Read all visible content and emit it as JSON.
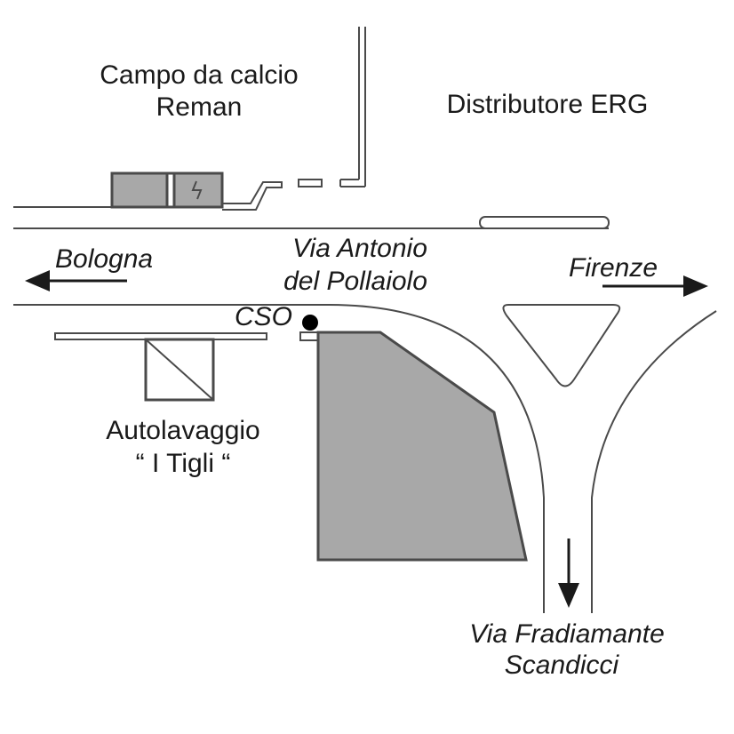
{
  "labels": {
    "campo_line1": "Campo da calcio",
    "campo_line2": "Reman",
    "distributore": "Distributore ERG",
    "bologna": "Bologna",
    "via_antonio_line1": "Via Antonio",
    "via_antonio_line2": "del Pollaiolo",
    "firenze": "Firenze",
    "cso": "CSO",
    "autolavaggio_line1": "Autolavaggio",
    "autolavaggio_line2": "“ I Tigli “",
    "via_fradiamante_line1": "Via Fradiamante",
    "via_fradiamante_line2": "Scandicci"
  },
  "colors": {
    "building_fill": "#a8a8a8",
    "stroke": "#4a4a4a",
    "marker": "#000000"
  },
  "icons": {
    "electric_symbol": "lightning-bolt",
    "location_marker": "filled-circle"
  }
}
